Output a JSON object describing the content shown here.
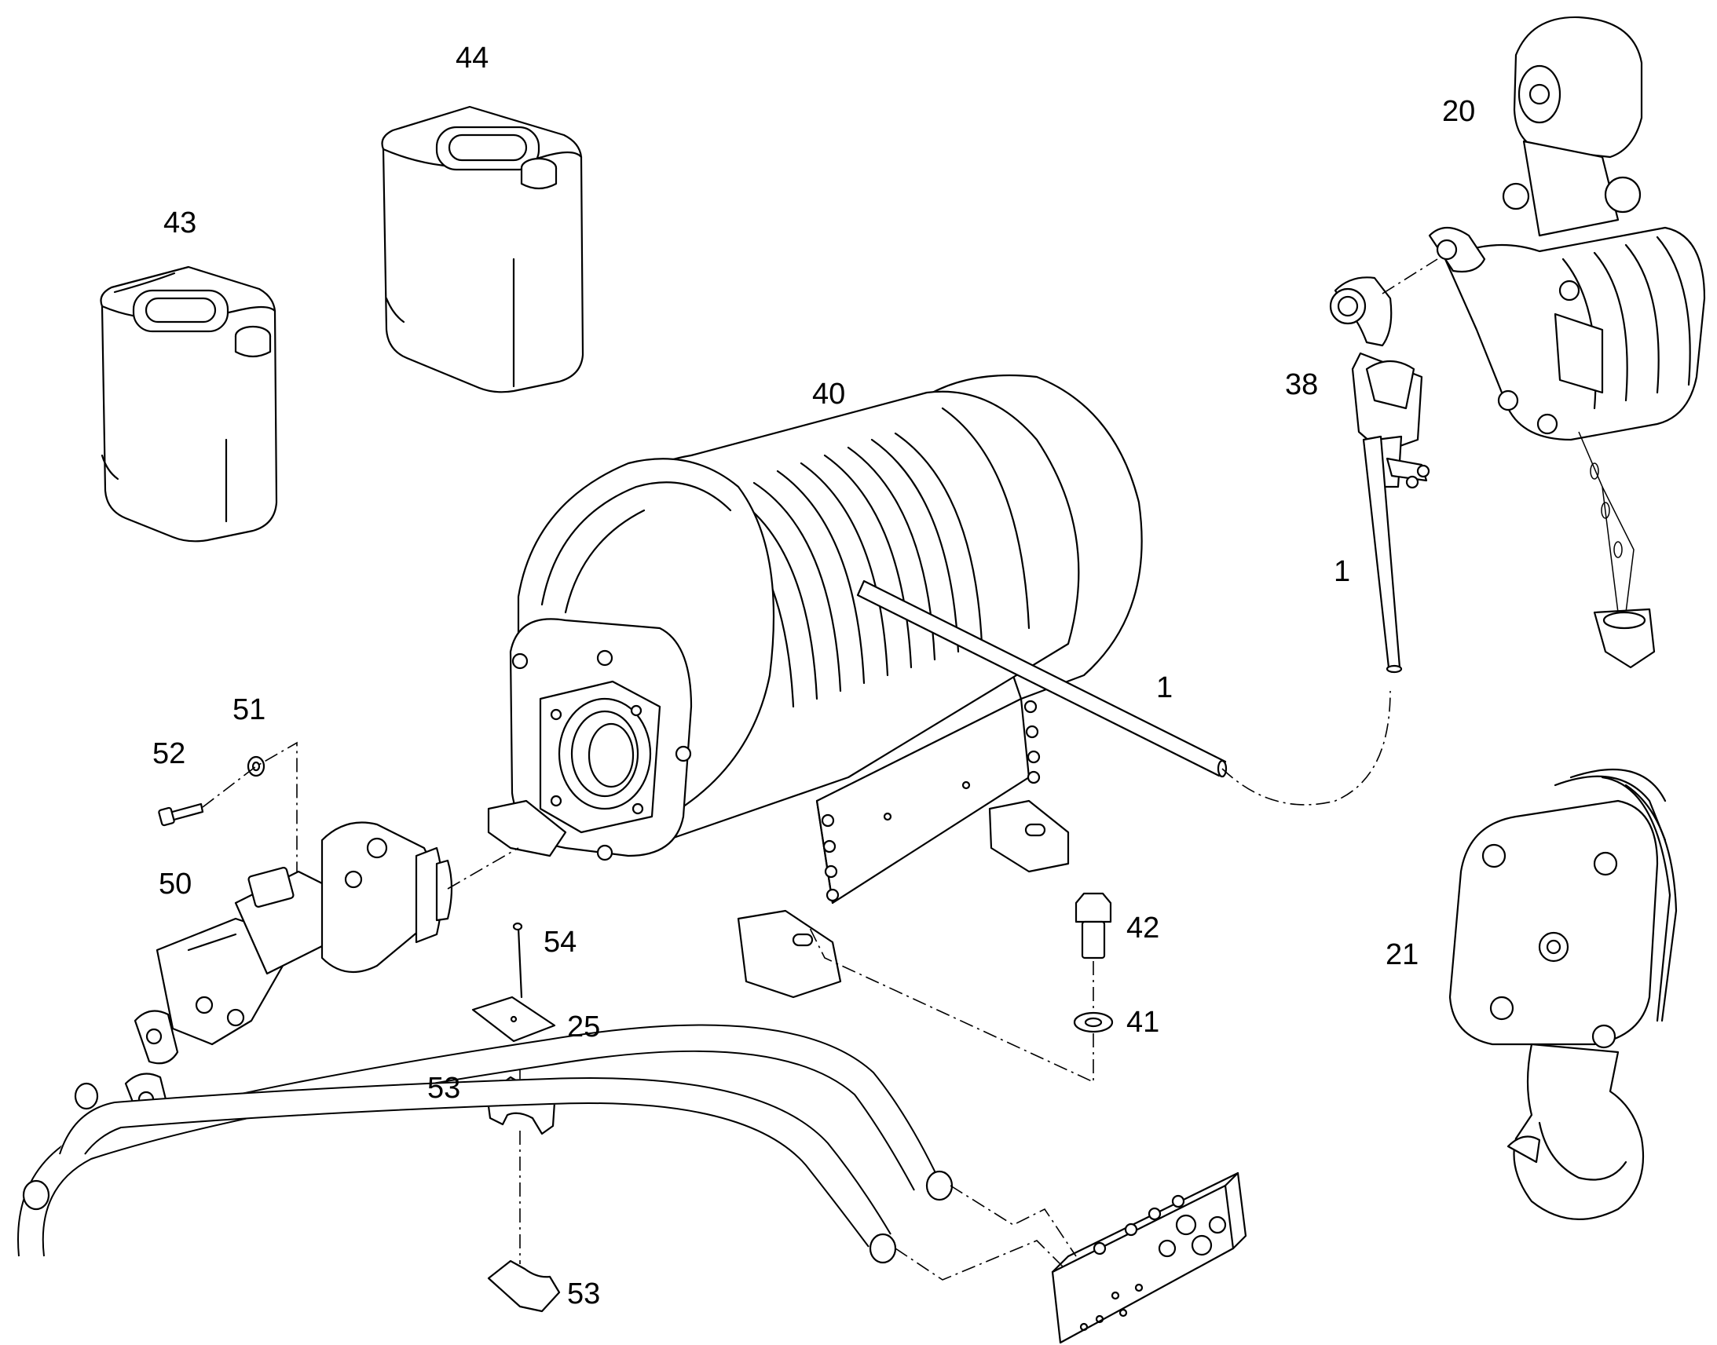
{
  "diagram": {
    "part_labels": {
      "p43": "43",
      "p44": "44",
      "p40": "40",
      "p20": "20",
      "p38": "38",
      "p1a": "1",
      "p1b": "1",
      "p51": "51",
      "p52": "52",
      "p50": "50",
      "p54": "54",
      "p25": "25",
      "p53a": "53",
      "p53b": "53",
      "p42": "42",
      "p41": "41",
      "p21": "21"
    }
  }
}
